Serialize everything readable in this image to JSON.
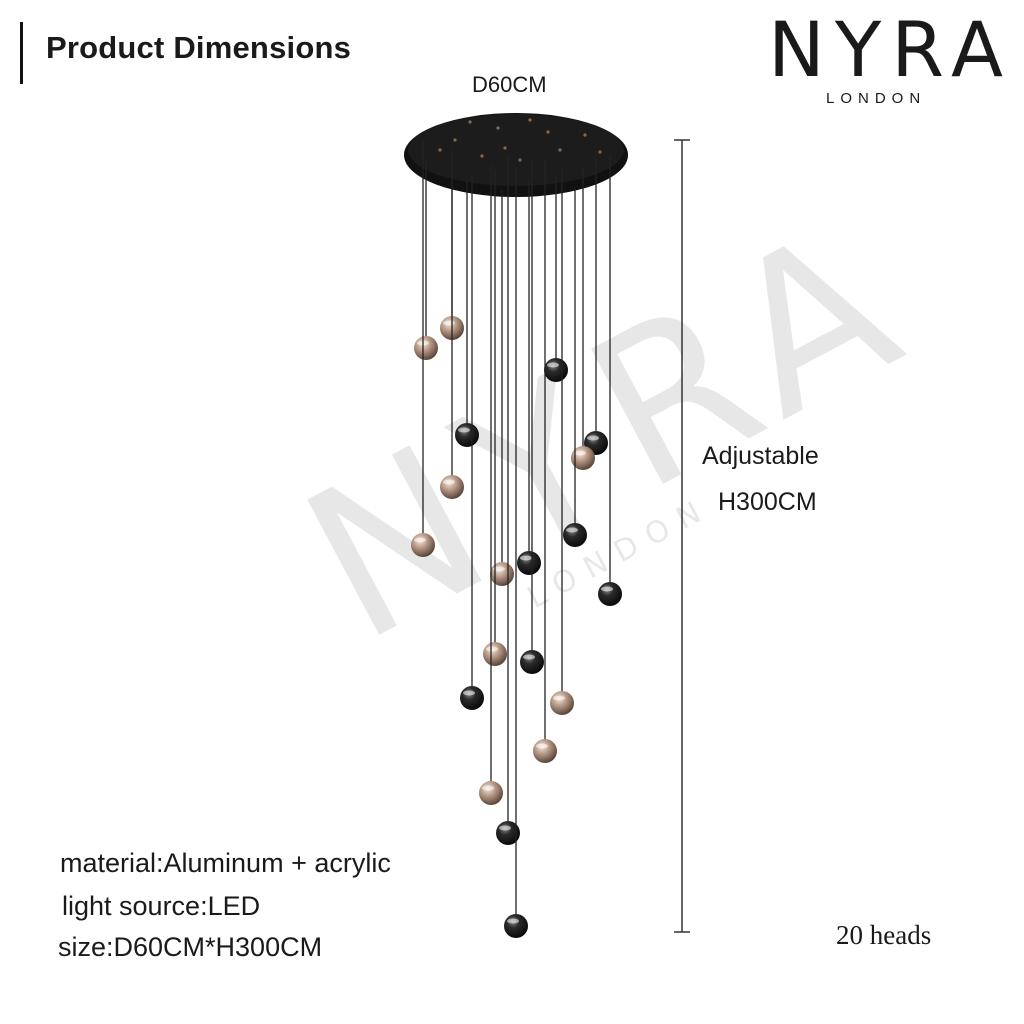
{
  "header": {
    "title": "Product Dimensions"
  },
  "logo": {
    "name": "NYRA",
    "subtitle": "LONDON"
  },
  "watermark": {
    "name": "NYRA",
    "subtitle": "LONDON"
  },
  "dimensions": {
    "diameter_label": "D60CM",
    "height_line1": "Adjustable",
    "height_line2": "H300CM"
  },
  "specs": {
    "material": "material:Aluminum + acrylic",
    "light_source": "light source:LED",
    "size": "size:D60CM*H300CM"
  },
  "heads_label": "20 heads",
  "colors": {
    "canopy": "#111111",
    "black_globe": "#1b1b1b",
    "gold_globe": "#b99a88",
    "text": "#1a1a1a"
  }
}
